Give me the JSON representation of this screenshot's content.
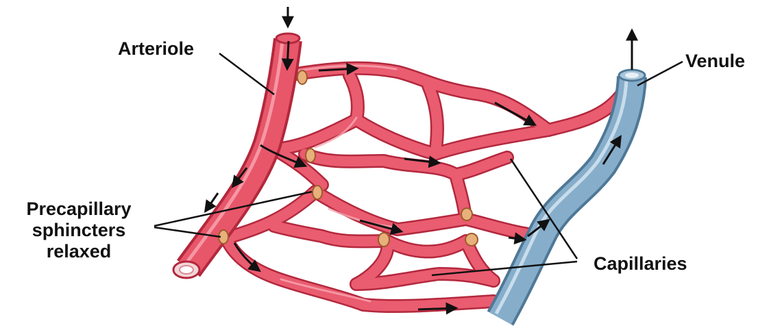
{
  "diagram": {
    "labels": {
      "arteriole": "Arteriole",
      "venule": "Venule",
      "capillaries": "Capillaries",
      "precapillary_lines": [
        "Precapillary",
        "sphincters",
        "relaxed"
      ]
    },
    "colors": {
      "vessel_red": "#e8566a",
      "vessel_red_edge": "#b3283d",
      "vein_blue": "#7fa6c4",
      "vein_blue_edge": "#4f7896",
      "sphincter": "#e8b07a",
      "arrow": "#111111"
    }
  }
}
